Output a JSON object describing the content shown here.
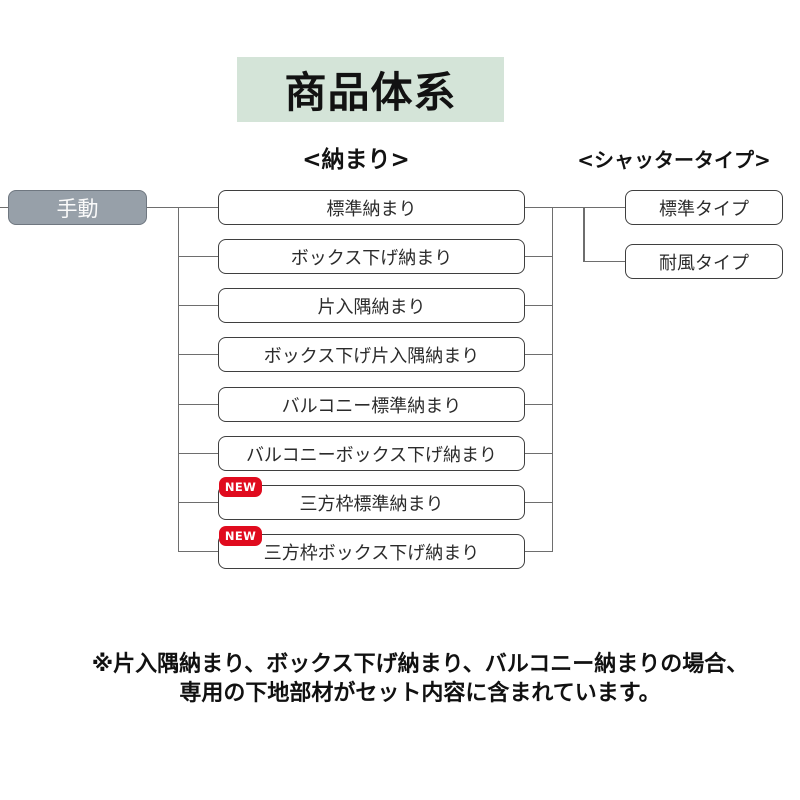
{
  "page": {
    "title": "商品体系"
  },
  "headers": {
    "nakamari": "<納まり>",
    "shutter": "<シャッタータイプ>"
  },
  "root": {
    "label": "手動"
  },
  "nakamari": {
    "items": [
      {
        "label": "標準納まり"
      },
      {
        "label": "ボックス下げ納まり"
      },
      {
        "label": "片入隅納まり"
      },
      {
        "label": "ボックス下げ片入隅納まり"
      },
      {
        "label": "バルコニー標準納まり"
      },
      {
        "label": "バルコニーボックス下げ納まり"
      },
      {
        "label": "三方枠標準納まり",
        "badge": "NEW"
      },
      {
        "label": "三方枠ボックス下げ納まり",
        "badge": "NEW"
      }
    ]
  },
  "shutter": {
    "items": [
      {
        "label": "標準タイプ"
      },
      {
        "label": "耐風タイプ"
      }
    ]
  },
  "footnote": {
    "line1": "※片入隅納まり、ボックス下げ納まり、バルコニー納まりの場合、",
    "line2": "専用の下地部材がセット内容に含まれています。"
  },
  "colors": {
    "title_bg": "#d4e4d8",
    "manual_node_bg": "#97a0a9",
    "new_badge_bg": "#e00b1e",
    "node_border": "#3f3f3f",
    "connector_line": "#6e6e6e"
  }
}
